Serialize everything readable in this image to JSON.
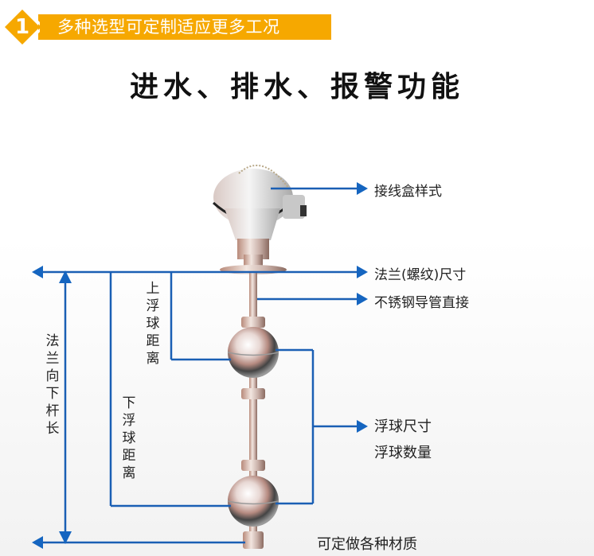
{
  "header": {
    "badge_number": "1",
    "banner_text": "多种选型可定制适应更多工况",
    "banner_color": "#f6a800"
  },
  "title": "进水、排水、报警功能",
  "callouts": {
    "junction_box": "接线盒样式",
    "flange": "法兰(螺纹)尺寸",
    "stainless_tube": "不锈钢导管直接",
    "float_size": "浮球尺寸",
    "float_count": "浮球数量",
    "materials": "可定做各种材质"
  },
  "vertical_labels": {
    "rod_length": "法兰向下杆长",
    "upper_float_distance": "上浮球距离",
    "lower_float_distance": "下浮球距离"
  },
  "colors": {
    "line_blue": "#1a5fb4",
    "arrow_blue": "#1565c0"
  }
}
